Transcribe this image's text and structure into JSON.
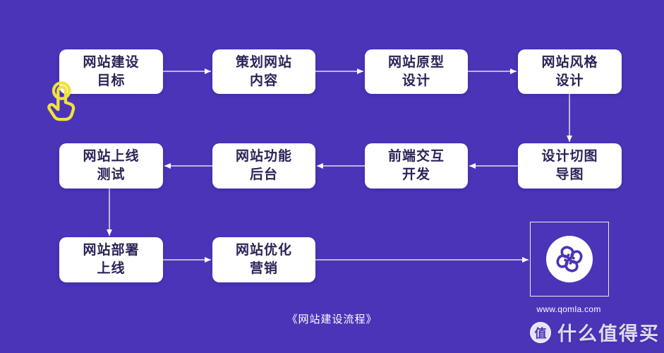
{
  "page": {
    "caption": "《网站建设流程》"
  },
  "flowchart": {
    "nodes": [
      {
        "line1": "网站建设",
        "line2": "目标"
      },
      {
        "line1": "策划网站",
        "line2": "内容"
      },
      {
        "line1": "网站原型",
        "line2": "设计"
      },
      {
        "line1": "网站风格",
        "line2": "设计"
      },
      {
        "line1": "网站上线",
        "line2": "测试"
      },
      {
        "line1": "网站功能",
        "line2": "后台"
      },
      {
        "line1": "前端交互",
        "line2": "开发"
      },
      {
        "line1": "设计切图",
        "line2": "导图"
      },
      {
        "line1": "网站部署",
        "line2": "上线"
      },
      {
        "line1": "网站优化",
        "line2": "营销"
      }
    ],
    "logo": {
      "website": "www.qomla.com",
      "icon": "quatrefoil-swirl-logo"
    }
  },
  "cursor": {
    "icon": "tap-hand-icon",
    "color": "#EFE23C"
  },
  "watermark": {
    "badge": "值",
    "label": "什么值得买"
  },
  "colors": {
    "background": "#4B34B8",
    "node_background": "#FFFFFF",
    "node_text": "#2B2357",
    "connector": "#FFFFFF",
    "cursor_yellow": "#EFE23C"
  }
}
